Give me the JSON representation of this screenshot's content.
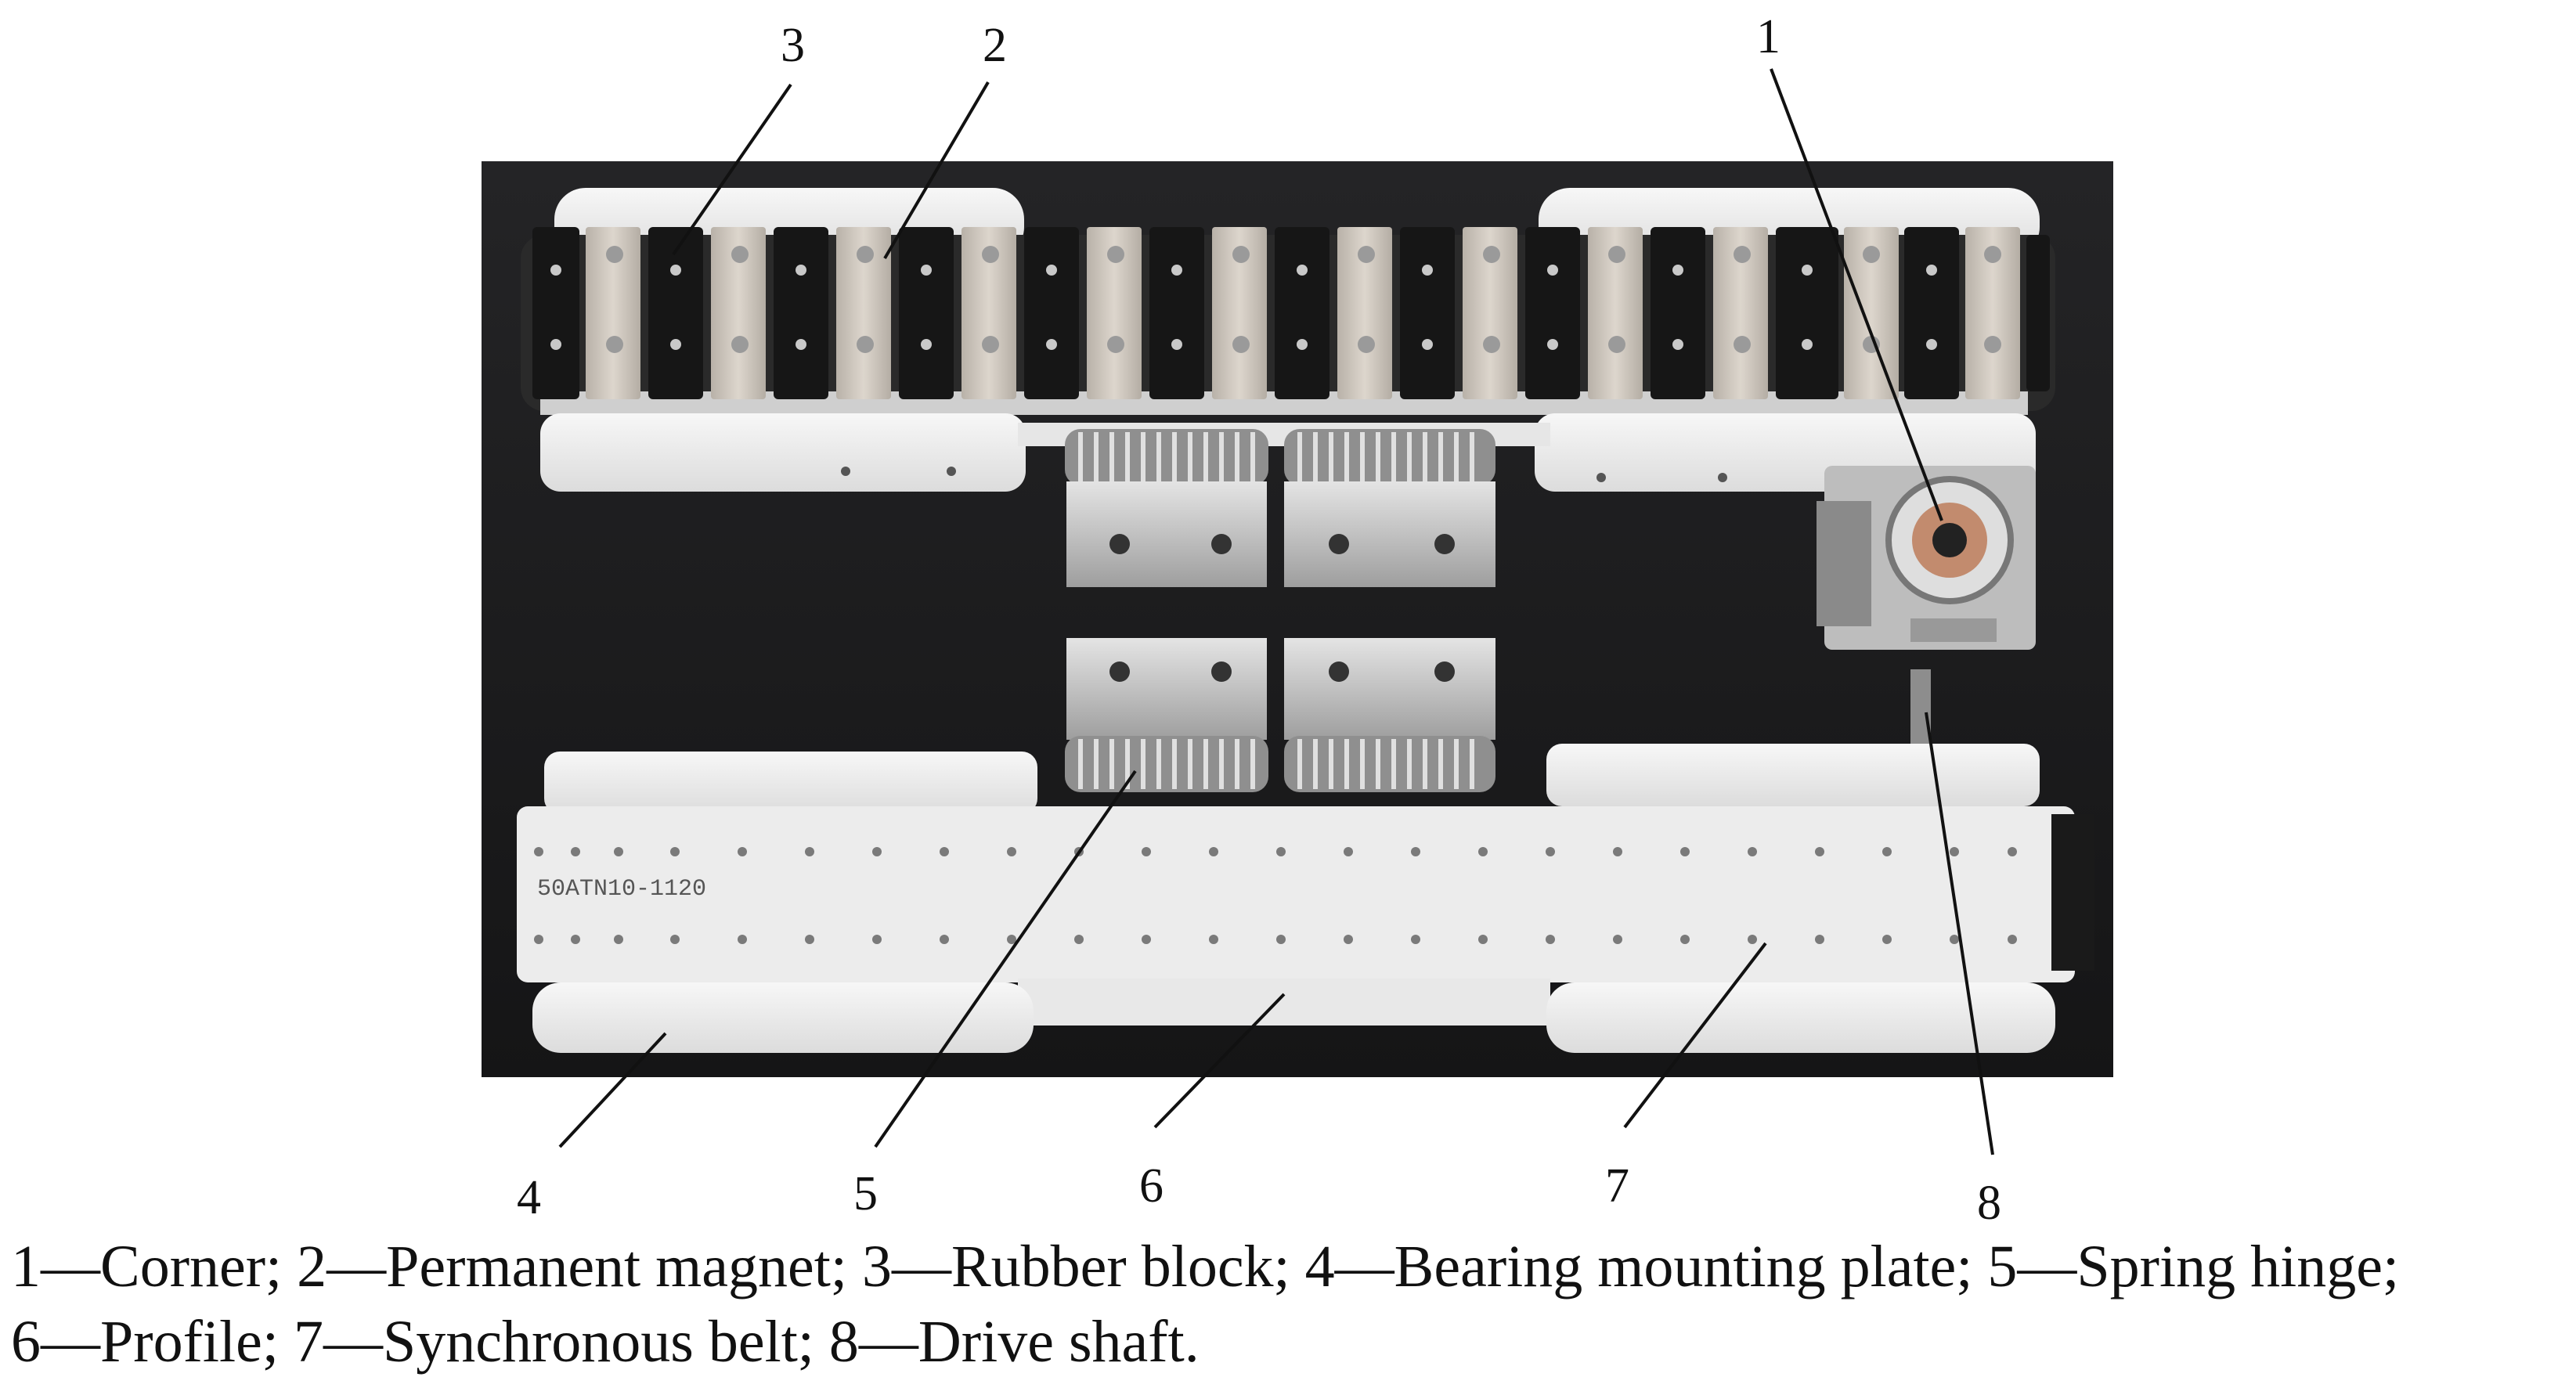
{
  "callouts": [
    {
      "number": "1",
      "label": "Corner"
    },
    {
      "number": "2",
      "label": "Permanent magnet"
    },
    {
      "number": "3",
      "label": "Rubber block"
    },
    {
      "number": "4",
      "label": "Bearing mounting plate"
    },
    {
      "number": "5",
      "label": "Spring hinge"
    },
    {
      "number": "6",
      "label": "Profile"
    },
    {
      "number": "7",
      "label": "Synchronous belt"
    },
    {
      "number": "8",
      "label": "Drive shaft"
    }
  ],
  "belt_marking": "50ATN10-1120",
  "caption": {
    "line1": "1—Corner; 2—Permanent magnet; 3—Rubber block; 4—Bearing mounting plate; 5—Spring hinge;",
    "line2": "6—Profile; 7—Synchronous belt; 8—Drive shaft."
  },
  "colors": {
    "background_board": "#1d1d1f",
    "white_parts": "#efefef",
    "rubber_block": "#161616",
    "magnet": "#c9c3bb",
    "hinge_metal": "#bdbdbd"
  }
}
